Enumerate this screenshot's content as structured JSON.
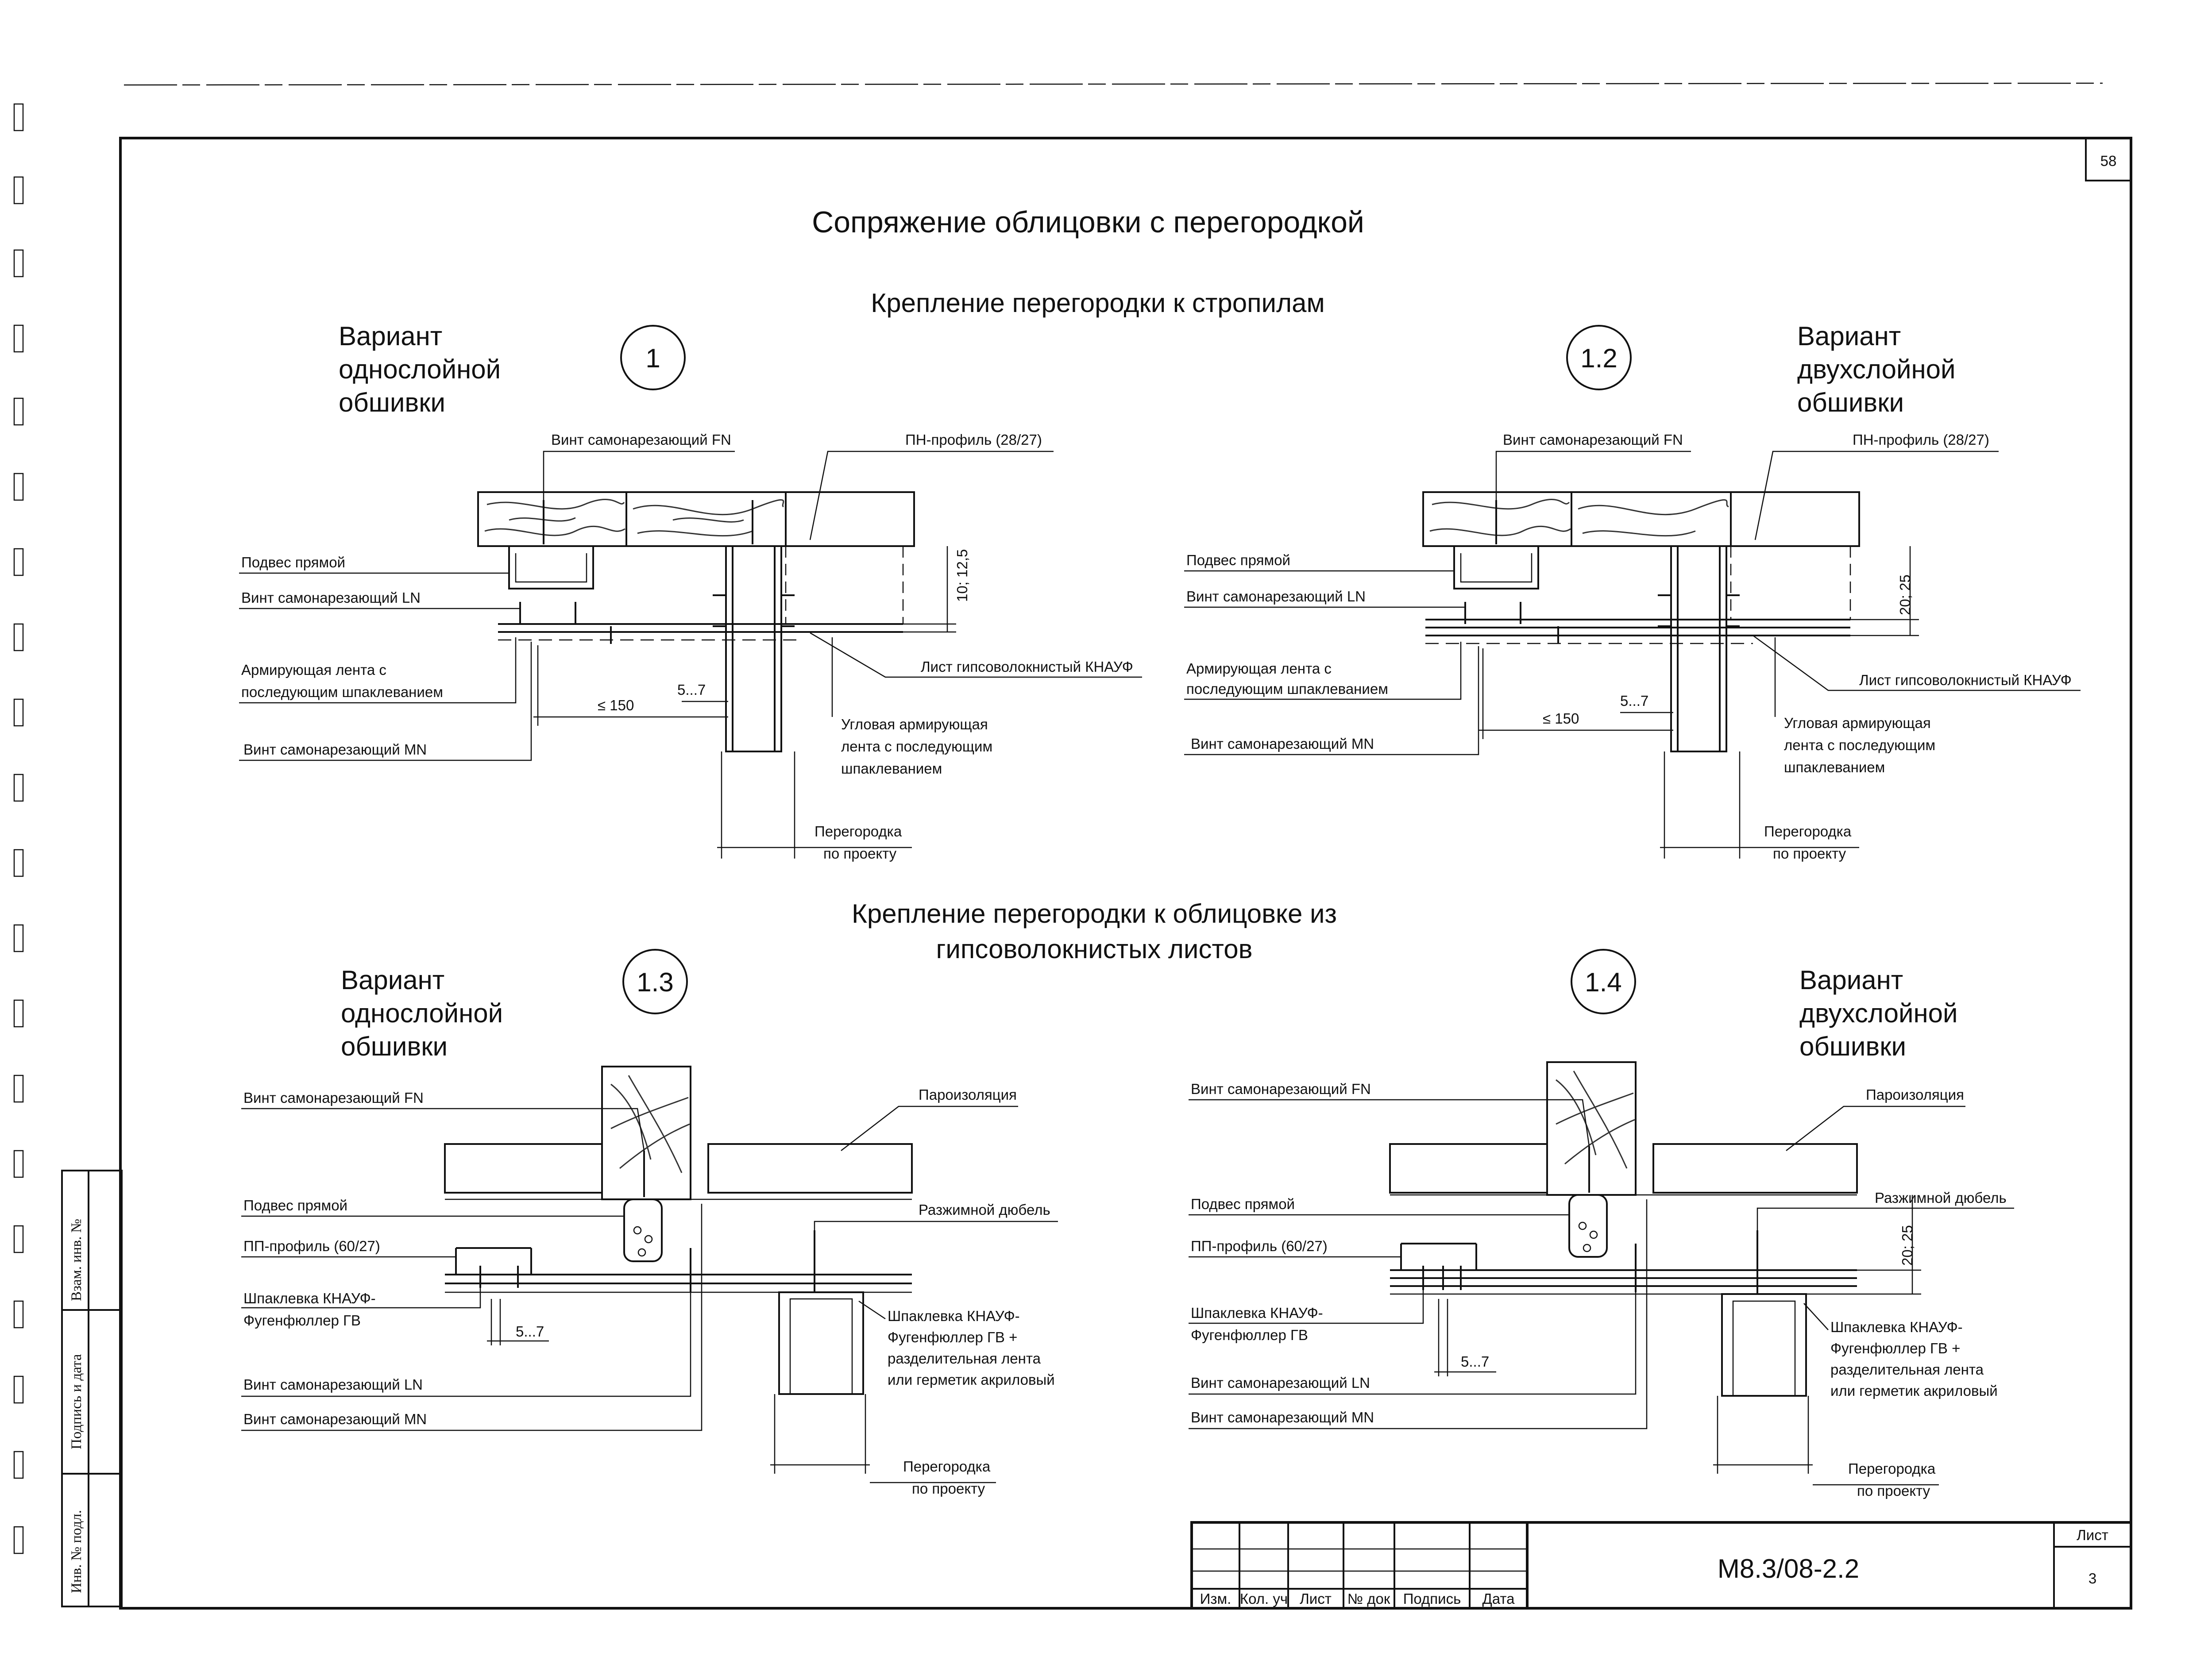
{
  "sheet": {
    "page_number": "58",
    "title": "Сопряжение облицовки с перегородкой",
    "section_top": "Крепление перегородки к стропилам",
    "section_bottom_line1": "Крепление перегородки к облицовке из",
    "section_bottom_line2": "гипсоволокнистых листов"
  },
  "details": [
    {
      "id": "1",
      "variant": [
        "Вариант",
        "однослойной",
        "обшивки"
      ],
      "labels": {
        "screw_fn": "Винт самонарезающий FN",
        "pn_profile": "ПН-профиль (28/27)",
        "hanger": "Подвес прямой",
        "screw_ln": "Винт самонарезающий LN",
        "tape_line1": "Армирующая лента с",
        "tape_line2": "последующим шпаклеванием",
        "screw_mn": "Винт самонарезающий MN",
        "sheet_gvl": "Лист гипсоволокнистый КНАУФ",
        "corner_tape_1": "Угловая армирующая",
        "corner_tape_2": "лента с последующим",
        "corner_tape_3": "шпаклеванием",
        "partition_1": "Перегородка",
        "partition_2": "по проекту",
        "dim_gap": "5...7",
        "dim_step": "≤ 150",
        "dim_thick": "10; 12,5"
      }
    },
    {
      "id": "1.2",
      "variant": [
        "Вариант",
        "двухслойной",
        "обшивки"
      ],
      "labels": {
        "screw_fn": "Винт самонарезающий FN",
        "pn_profile": "ПН-профиль (28/27)",
        "hanger": "Подвес прямой",
        "screw_ln": "Винт самонарезающий LN",
        "tape_line1": "Армирующая лента с",
        "tape_line2": "последующим шпаклеванием",
        "screw_mn": "Винт самонарезающий MN",
        "sheet_gvl": "Лист гипсоволокнистый КНАУФ",
        "corner_tape_1": "Угловая армирующая",
        "corner_tape_2": "лента с последующим",
        "corner_tape_3": "шпаклеванием",
        "partition_1": "Перегородка",
        "partition_2": "по проекту",
        "dim_gap": "5...7",
        "dim_step": "≤ 150",
        "dim_thick": "20; 25"
      }
    },
    {
      "id": "1.3",
      "variant": [
        "Вариант",
        "однослойной",
        "обшивки"
      ],
      "labels": {
        "screw_fn": "Винт самонарезающий FN",
        "vapor": "Пароизоляция",
        "hanger": "Подвес прямой",
        "dowel": "Разжимной дюбель",
        "pp_profile": "ПП-профиль (60/27)",
        "putty_1": "Шпаклевка КНАУФ-",
        "putty_2": "Фугенфюллер ГВ",
        "putty_sep_1": "Шпаклевка КНАУФ-",
        "putty_sep_2": "Фугенфюллер ГВ +",
        "putty_sep_3": "разделительная лента",
        "putty_sep_4": "или герметик акриловый",
        "screw_ln": "Винт самонарезающий LN",
        "screw_mn": "Винт самонарезающий MN",
        "partition_1": "Перегородка",
        "partition_2": "по проекту",
        "dim_gap": "5...7"
      }
    },
    {
      "id": "1.4",
      "variant": [
        "Вариант",
        "двухслойной",
        "обшивки"
      ],
      "labels": {
        "screw_fn": "Винт самонарезающий FN",
        "vapor": "Пароизоляция",
        "hanger": "Подвес прямой",
        "dowel": "Разжимной дюбель",
        "pp_profile": "ПП-профиль (60/27)",
        "putty_1": "Шпаклевка КНАУФ-",
        "putty_2": "Фугенфюллер ГВ",
        "putty_sep_1": "Шпаклевка КНАУФ-",
        "putty_sep_2": "Фугенфюллер ГВ +",
        "putty_sep_3": "разделительная лента",
        "putty_sep_4": "или герметик акриловый",
        "screw_ln": "Винт самонарезающий LN",
        "screw_mn": "Винт самонарезающий MN",
        "partition_1": "Перегородка",
        "partition_2": "по проекту",
        "dim_gap": "5...7",
        "dim_thick": "20; 25"
      }
    }
  ],
  "side_stamp": {
    "field1": "Взам. инв. №",
    "field2": "Подпись и дата",
    "field3": "Инв. № подл."
  },
  "title_block": {
    "cols": [
      "Изм.",
      "Кол. уч",
      "Лист",
      "№ док",
      "Подпись",
      "Дата"
    ],
    "designation": "М8.3/08-2.2",
    "sheet_label": "Лист",
    "sheet_number": "3"
  }
}
